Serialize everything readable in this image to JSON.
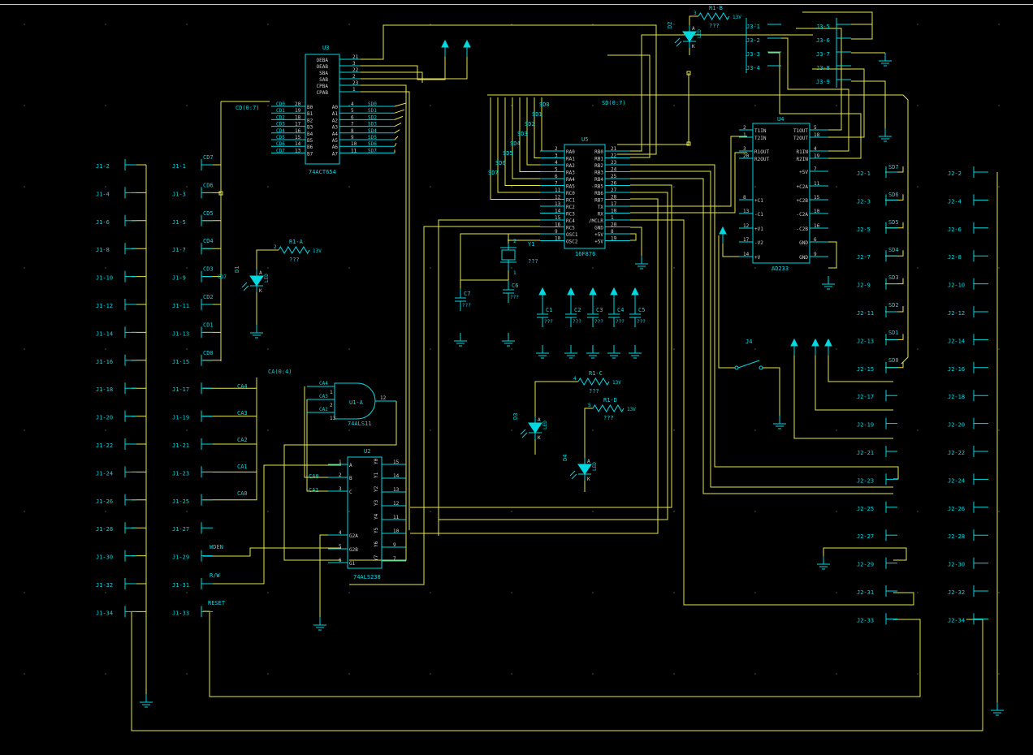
{
  "colors": {
    "background": "#000000",
    "wire": "#e6e64a",
    "part": "#00d8e0",
    "pin": "#d0d0d0",
    "grid": "#555555",
    "border": "#c8c8c8"
  },
  "j1_labels": [
    "J1-2",
    "J1-4",
    "J1-6",
    "J1-8",
    "J1-10",
    "J1-12",
    "J1-14",
    "J1-16",
    "J1-18",
    "J1-20",
    "J1-22",
    "J1-24",
    "J1-26",
    "J1-28",
    "J1-30",
    "J1-32",
    "J1-34"
  ],
  "j1b_labels": [
    "J1-1",
    "J1-3",
    "J1-5",
    "J1-7",
    "J1-9",
    "J1-11",
    "J1-13",
    "J1-15",
    "J1-17",
    "J1-19",
    "J1-21",
    "J1-23",
    "J1-25",
    "J1-27",
    "J1-29",
    "J1-31",
    "J1-33"
  ],
  "j2_labels": [
    "J2-1",
    "J2-3",
    "J2-5",
    "J2-7",
    "J2-9",
    "J2-11",
    "J2-13",
    "J2-15",
    "J2-17",
    "J2-19",
    "J2-21",
    "J2-23",
    "J2-25",
    "J2-27",
    "J2-29",
    "J2-31",
    "J2-33"
  ],
  "j2b_labels": [
    "J2-2",
    "J2-4",
    "J2-6",
    "J2-8",
    "J2-10",
    "J2-12",
    "J2-14",
    "J2-16",
    "J2-18",
    "J2-20",
    "J2-22",
    "J2-24",
    "J2-26",
    "J2-28",
    "J2-30",
    "J2-32",
    "J2-34"
  ],
  "j3_left": [
    "J3-1",
    "J3-2",
    "J3-3",
    "J3-4"
  ],
  "j3_right": [
    "J3-5",
    "J3-6",
    "J3-7",
    "J3-8",
    "J3-9"
  ],
  "cd_nets": [
    "CD7",
    "CD6",
    "CD5",
    "CD4",
    "CD3",
    "CD2",
    "CD1",
    "CD0"
  ],
  "sd_nets_right": [
    "SD7",
    "SD6",
    "SD5",
    "SD4",
    "SD3",
    "SD2",
    "SD1",
    "SD0"
  ],
  "ca_nets": [
    "CA4",
    "CA3",
    "CA2",
    "CA1",
    "CA0"
  ],
  "misc_nets": {
    "wden": "WDEN",
    "rw": "R/W",
    "reset": "RESET",
    "cd_bus": "CD(0:7)",
    "sd_bus": "SD(0:7)",
    "ca_bus": "CA(0:4)",
    "cd_extra": "CD7"
  },
  "u3": {
    "ref": "U3",
    "name": "74ACT654",
    "top_pins": [
      [
        "OEBA",
        "21"
      ],
      [
        "OEAB",
        "3"
      ],
      [
        "SBA",
        "22"
      ],
      [
        "SAB",
        "2"
      ],
      [
        "CPBA",
        "23"
      ],
      [
        "CPAB",
        "1"
      ]
    ],
    "b_pins": [
      [
        "B0",
        "20"
      ],
      [
        "B1",
        "19"
      ],
      [
        "B2",
        "18"
      ],
      [
        "B3",
        "17"
      ],
      [
        "B4",
        "16"
      ],
      [
        "B5",
        "15"
      ],
      [
        "B6",
        "14"
      ],
      [
        "B7",
        "13"
      ]
    ],
    "b_nets": [
      "CD0",
      "CD1",
      "CD2",
      "CD3",
      "CD4",
      "CD5",
      "CD6",
      "CD7"
    ],
    "a_pins": [
      [
        "A0",
        "4"
      ],
      [
        "A1",
        "5"
      ],
      [
        "A2",
        "6"
      ],
      [
        "A3",
        "7"
      ],
      [
        "A4",
        "8"
      ],
      [
        "A5",
        "9"
      ],
      [
        "A6",
        "10"
      ],
      [
        "A7",
        "11"
      ]
    ],
    "a_nets": [
      "SD0",
      "SD1",
      "SD2",
      "SD3",
      "SD4",
      "SD5",
      "SD6",
      "SD7"
    ]
  },
  "u5": {
    "ref": "U5",
    "name": "16F876",
    "left_pins": [
      [
        "RA0",
        "2"
      ],
      [
        "RA1",
        "3"
      ],
      [
        "RA2",
        "4"
      ],
      [
        "RA3",
        "5"
      ],
      [
        "RA4",
        "6"
      ],
      [
        "RA5",
        "7"
      ],
      [
        "RC0",
        "11"
      ],
      [
        "RC1",
        "12"
      ],
      [
        "RC2",
        "13"
      ],
      [
        "RC3",
        "14"
      ],
      [
        "RC4",
        "15"
      ],
      [
        "RC5",
        "16"
      ],
      [
        "OSC1",
        "9"
      ],
      [
        "OSC2",
        "10"
      ]
    ],
    "right_pins": [
      [
        "RB0",
        "21"
      ],
      [
        "RB1",
        "22"
      ],
      [
        "RB2",
        "23"
      ],
      [
        "RB3",
        "24"
      ],
      [
        "RB4",
        "25"
      ],
      [
        "RB5",
        "26"
      ],
      [
        "RB6",
        "27"
      ],
      [
        "RB7",
        "28"
      ],
      [
        "TX",
        "17"
      ],
      [
        "RX",
        "18"
      ],
      [
        "/MCLR",
        "1"
      ],
      [
        "GND",
        "20"
      ],
      [
        "+5V",
        "8"
      ],
      [
        "+5V",
        "19"
      ]
    ],
    "sd_labels": [
      "SD0",
      "SD1",
      "SD2",
      "SD3",
      "SD4",
      "SD5",
      "SD6",
      "SD7"
    ],
    "sd_bus": "SD(0:7)"
  },
  "u4": {
    "ref": "U4",
    "name": "AD233",
    "left_pins": [
      [
        "T1IN",
        "2"
      ],
      [
        "T2IN",
        "1"
      ],
      [
        "R1OUT",
        "3"
      ],
      [
        "R2OUT",
        "20"
      ],
      [
        "+C1",
        "8"
      ],
      [
        "-C1",
        "13"
      ],
      [
        "+V1",
        "12"
      ],
      [
        "-V2",
        "17"
      ],
      [
        "+V",
        "14"
      ]
    ],
    "right_pins": [
      [
        "T1OUT",
        "5"
      ],
      [
        "T2OUT",
        "18"
      ],
      [
        "R1IN",
        "4"
      ],
      [
        "R2IN",
        "19"
      ],
      [
        "+5V",
        "7"
      ],
      [
        "+C2A",
        "11"
      ],
      [
        "+C2B",
        "15"
      ],
      [
        "-C2A",
        "10"
      ],
      [
        "-C2B",
        "16"
      ],
      [
        "GND",
        "6"
      ],
      [
        "GND",
        "9"
      ]
    ]
  },
  "u1": {
    "ref": "U1-A",
    "name": "74ALS11",
    "inputs": [
      [
        "CA4",
        "1"
      ],
      [
        "CA3",
        "2"
      ],
      [
        "CA2",
        "13"
      ]
    ],
    "output": "12"
  },
  "u2": {
    "ref": "U2",
    "name": "74ALS238",
    "left_pins": [
      [
        "A",
        "1"
      ],
      [
        "B",
        "2"
      ],
      [
        "C",
        "3"
      ],
      [
        "G2A",
        "4"
      ],
      [
        "G2B",
        "5"
      ],
      [
        "G1",
        "6"
      ]
    ],
    "right_pins": [
      [
        "Y0",
        "15"
      ],
      [
        "Y1",
        "14"
      ],
      [
        "Y2",
        "13"
      ],
      [
        "Y3",
        "12"
      ],
      [
        "Y4",
        "11"
      ],
      [
        "Y5",
        "10"
      ],
      [
        "Y6",
        "9"
      ],
      [
        "Y7",
        "7"
      ]
    ],
    "in_nets": [
      "CA0",
      "CA1"
    ]
  },
  "y1": {
    "ref": "Y1",
    "value": "???",
    "pin_a": "2",
    "pin_b": "1"
  },
  "caps": [
    [
      "C7",
      "???"
    ],
    [
      "C6",
      "???"
    ],
    [
      "C1",
      "???"
    ],
    [
      "C2",
      "???"
    ],
    [
      "C3",
      "???"
    ],
    [
      "C4",
      "???"
    ],
    [
      "C5",
      "???"
    ]
  ],
  "leds": [
    {
      "ref": "D1",
      "type": "LED",
      "a": "A",
      "k": "K"
    },
    {
      "ref": "D2",
      "type": "LED",
      "a": "A",
      "k": "K"
    },
    {
      "ref": "D3",
      "type": "LED",
      "a": "A",
      "k": "K"
    },
    {
      "ref": "D4",
      "type": "LED",
      "a": "A",
      "k": "K"
    }
  ],
  "resistors": [
    {
      "ref": "R1-A",
      "value": "???",
      "net": "13V",
      "pin": "2"
    },
    {
      "ref": "R1-B",
      "value": "???",
      "net": "13V",
      "pin": "3"
    },
    {
      "ref": "R1-C",
      "value": "???",
      "net": "13V",
      "pin": "4"
    },
    {
      "ref": "R1-D",
      "value": "???",
      "net": "13V",
      "pin": "5"
    }
  ],
  "switch": {
    "ref": "J4"
  }
}
